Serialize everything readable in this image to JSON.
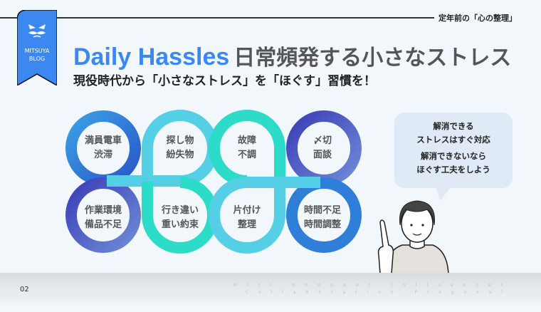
{
  "header": {
    "series_title": "定年前の「心の整理」"
  },
  "ribbon": {
    "line1": "MITSUYA",
    "line2": "BLOG",
    "icon": "angry-face-icon",
    "color": "#3a88f0"
  },
  "title": {
    "en": "Daily Hassles",
    "jp": "日常頻発する小さなストレス"
  },
  "subtitle": "現役時代から「小さなストレス」を「ほぐす」習慣を！",
  "rings": {
    "top": [
      {
        "l1": "満員電車",
        "l2": "渋滞"
      },
      {
        "l1": "探し物",
        "l2": "紛失物"
      },
      {
        "l1": "故障",
        "l2": "不調"
      },
      {
        "l1": "〆切",
        "l2": "面談"
      }
    ],
    "bottom": [
      {
        "l1": "作業環境",
        "l2": "備品不足"
      },
      {
        "l1": "行き違い",
        "l2": "重い約束"
      },
      {
        "l1": "片付け",
        "l2": "整理"
      },
      {
        "l1": "時間不足",
        "l2": "時間調整"
      }
    ]
  },
  "bubble": {
    "lines": [
      "解消できる",
      "ストレスはすぐ対応",
      "解消できないなら",
      "ほぐす工夫をしよう"
    ]
  },
  "footer": {
    "page": "02",
    "text": "Miri Shopper Influencer Collaboration Proposal"
  }
}
